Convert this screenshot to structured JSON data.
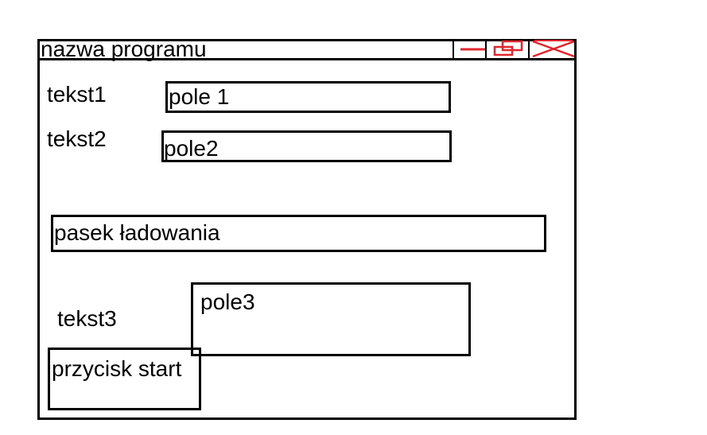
{
  "window": {
    "title": "nazwa programu",
    "controls": {
      "minimize_icon": "minimize-icon",
      "restore_icon": "restore-icon",
      "close_icon": "close-icon",
      "icon_color": "#e0262f"
    }
  },
  "form": {
    "label1": "tekst1",
    "field1": "pole 1",
    "label2": "tekst2",
    "field2": "pole2",
    "progress_bar": "pasek ładowania",
    "label3": "tekst3",
    "field3": "pole3",
    "start_button": "przycisk start"
  }
}
